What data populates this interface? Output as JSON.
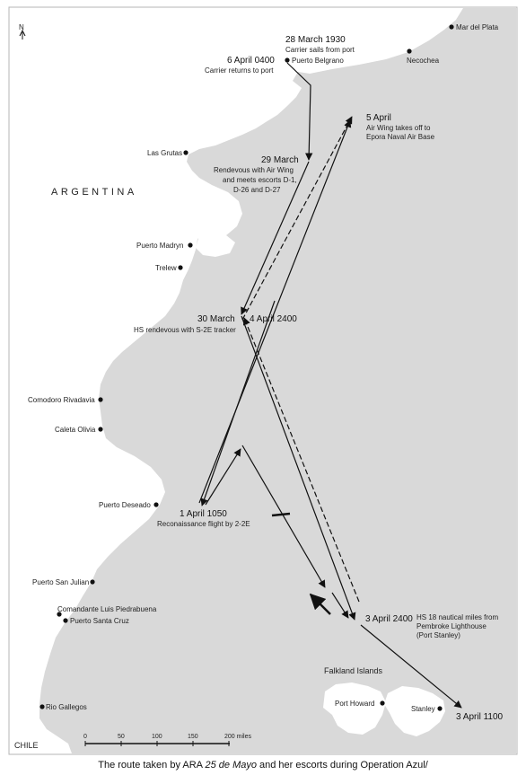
{
  "map": {
    "country": "ARGENTINA",
    "country_chile": "CHILE",
    "islands": "Falkland Islands",
    "north_label": "N",
    "places": {
      "mar_del_plata": "Mar del Plata",
      "necochea": "Necochea",
      "puerto_belgrano": "Puerto Belgrano",
      "las_grutas": "Las Grutas",
      "puerto_madryn": "Puerto Madryn",
      "trelew": "Trelew",
      "comodoro_rivadavia": "Comodoro Rivadavia",
      "caleta_olivia": "Caleta Olivia",
      "puerto_deseado": "Puerto Deseado",
      "puerto_san_julian": "Puerto San Julian",
      "comandante_luis_piedrabuena": "Comandante Luis Piedrabuena",
      "puerto_santa_cruz": "Puerto Santa Cruz",
      "rio_gallegos": "Rio Gallegos",
      "port_howard": "Port Howard",
      "stanley": "Stanley"
    },
    "events": {
      "mar28": {
        "date": "28 March 1930",
        "note": "Carrier sails from port"
      },
      "apr6": {
        "date": "6 April 0400",
        "note": "Carrier returns to port"
      },
      "apr5": {
        "date": "5 April",
        "note1": "Air Wing takes off to",
        "note2": "Epora Naval Air Base"
      },
      "mar29": {
        "date": "29 March",
        "note1": "Rendevous with Air Wing",
        "note2": "and meets escorts D-1,",
        "note3": "D-26 and D-27"
      },
      "mar30": {
        "date": "30 March",
        "note": "HS rendevous with S-2E tracker"
      },
      "apr4": {
        "date": "4 April 2400"
      },
      "apr1": {
        "date": "1 April 1050",
        "note": "Reconaissance flight by 2-2E"
      },
      "apr3a": {
        "date": "3 April 2400",
        "note1": "HS 18 nautical miles from",
        "note2": "Pembroke Lighthouse",
        "note3": "(Port Stanley)"
      },
      "apr3b": {
        "date": "3 April 1100"
      }
    },
    "scale": {
      "ticks": [
        "0",
        "50",
        "100",
        "150",
        "200 miles"
      ]
    }
  },
  "caption": {
    "before": "The route taken by ARA ",
    "ship": "25 de Mayo",
    "after": " and her escorts during Operation Azul/"
  }
}
